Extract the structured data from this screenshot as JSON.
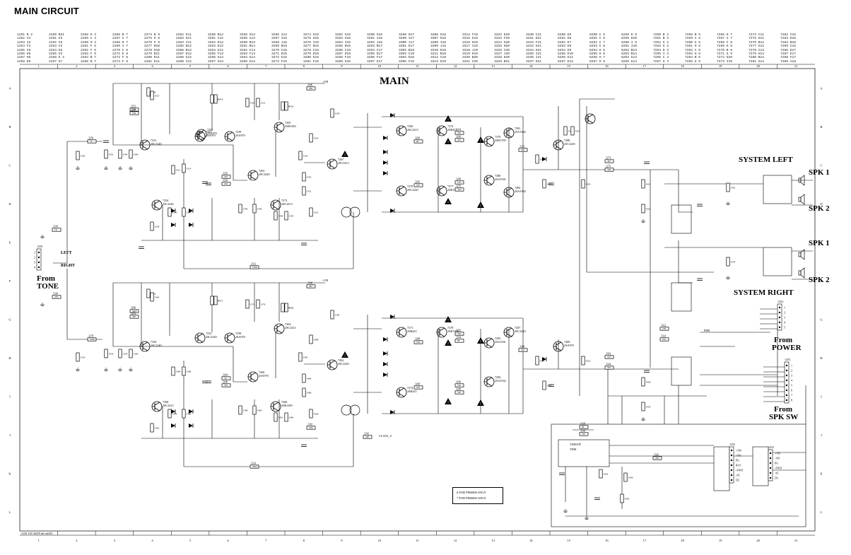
{
  "header": {
    "title": "MAIN CIRCUIT"
  },
  "diagram_title": "MAIN",
  "footer_code": "3139 118 36470  dd wk921",
  "grid": {
    "columns": [
      "1",
      "2",
      "3",
      "4",
      "5",
      "6",
      "7",
      "8",
      "9",
      "10",
      "11",
      "12",
      "13",
      "14",
      "15",
      "16",
      "17",
      "18",
      "19",
      "20",
      "21"
    ],
    "rows": [
      "A",
      "B",
      "C",
      "D",
      "E",
      "F",
      "G",
      "H",
      "I",
      "J",
      "K",
      "L"
    ]
  },
  "parts_index": [
    [
      "1251 B 2",
      "1252 C3",
      "1253 I2",
      "1254 F2",
      "1255 C8",
      "1256 H5",
      "1257 H5",
      "1258 E9"
    ],
    [
      "2250 B21",
      "2251 C5",
      "2252 C5",
      "2253 C3",
      "2254 D3",
      "2255 G2",
      "2256 G 2",
      "2257 G7"
    ],
    [
      "2258 H 3",
      "2259 C 4",
      "2260 H 4",
      "2261 F 5",
      "2262 F 5",
      "2263 F 6",
      "2264 B 7",
      "2265 B 7"
    ],
    [
      "2266 B 7",
      "2267 C 7",
      "2268 D 7",
      "2269 I 7",
      "2270 C 8",
      "2271 E 8",
      "2272 F 8",
      "2273 F 8"
    ],
    [
      "2274 B 9",
      "2275 H 9",
      "2276 G 9",
      "2277 B10",
      "2278 H10",
      "2279 B11",
      "2280 D11",
      "2281 E11"
    ],
    [
      "2282 E11",
      "2283 H11",
      "2284 I11",
      "2285 B12",
      "2286 B12",
      "2287 D12",
      "2288 G12",
      "2289 I12"
    ],
    [
      "3250 B12",
      "3251 C12",
      "3252 D12",
      "3253 E12",
      "3254 G12",
      "3255 F13",
      "3256 G13",
      "3257 H13"
    ],
    [
      "3258 H13",
      "3259 A13",
      "3260 B13",
      "3261 B14",
      "3262 C14",
      "3263 F14",
      "3264 G14",
      "3265 H14"
    ],
    [
      "3266 I14",
      "3267 I15",
      "3268 J15",
      "3269 B15",
      "3270 C15",
      "3271 D15",
      "3272 E15",
      "3273 F15"
    ],
    [
      "3274 G15",
      "3275 H15",
      "3276 I15",
      "3277 B16",
      "3278 C16",
      "3279 D16",
      "3280 E16",
      "3281 F16"
    ],
    [
      "3282 G16",
      "3283 H16",
      "3284 I16",
      "3285 B16",
      "3286 C16",
      "3287 D16",
      "3288 F16",
      "3289 G16"
    ],
    [
      "3290 H16",
      "3291 I16",
      "3292 J16",
      "3293 B17",
      "3294 C17",
      "3295 D17",
      "3296 F17",
      "3297 G17"
    ],
    [
      "3298 H17",
      "3299 I17",
      "3300 J17",
      "3301 K17",
      "3302 B18",
      "3303 C18",
      "3304 D18",
      "3305 F18"
    ],
    [
      "3306 G18",
      "3307 H18",
      "3308 I18",
      "3309 J18",
      "3310 K18",
      "3311 B19",
      "3312 C19",
      "3313 D19"
    ],
    [
      "3314 F19",
      "3315 G19",
      "3316 H19",
      "3317 I19",
      "3318 J19",
      "3319 K19",
      "3320 B20",
      "3321 C20"
    ],
    [
      "3322 D20",
      "3323 F20",
      "3324 G20",
      "3325 H20",
      "3326 I20",
      "3327 J20",
      "3328 K20",
      "3329 B21"
    ],
    [
      "3330 C21",
      "3331 D21",
      "3332 F21",
      "3333 G21",
      "3334 H21",
      "3335 I21",
      "3336 J21",
      "3337 K21"
    ],
    [
      "5250 E5",
      "5251 E6",
      "5252 E7",
      "5253 E8",
      "5254 E9",
      "5255 E10",
      "5256 E11",
      "5257 E12"
    ],
    [
      "6250 C 5",
      "6251 C 6",
      "6252 C 7",
      "6253 C 8",
      "6254 H 5",
      "6255 H 6",
      "6256 H 7",
      "6257 H 8"
    ],
    [
      "6258 D 9",
      "6259 D10",
      "6260 I 9",
      "6261 I10",
      "6262 B13",
      "6263 B14",
      "6264 G13",
      "6265 G14"
    ],
    [
      "7250 B 2",
      "7251 B 3",
      "7252 G 2",
      "7253 G 3",
      "7254 D 3",
      "7255 I 3",
      "7256 C 4",
      "7257 H 4"
    ],
    [
      "7258 B 5",
      "7259 C 5",
      "7260 G 5",
      "7261 H 5",
      "7262 C 6",
      "7263 H 6",
      "7264 B 6",
      "7265 G 6"
    ],
    [
      "7266 D 7",
      "7267 I 7",
      "7268 C 8",
      "7269 H 8",
      "7270 B 9",
      "7271 G 9",
      "7272 D10",
      "7273 I10"
    ],
    [
      "7274 C11",
      "7275 H11",
      "7276 B12",
      "7277 G12",
      "7278 C13",
      "7279 H13",
      "7280 B14",
      "7281 G14"
    ],
    [
      "7282 C15",
      "7283 H15",
      "7284 B16",
      "7285 C16",
      "7286 D17",
      "7287 E17",
      "7288 F17",
      "7289 A18"
    ]
  ],
  "labels": {
    "left": "LEFT",
    "right": "RIGHT",
    "from_tone_1": "From",
    "from_tone_2": "TONE",
    "system_left": "SYSTEM LEFT",
    "system_right": "SYSTEM RIGHT",
    "spk1_top": "SPK 1",
    "spk2_top": "SPK 2",
    "spk1_bot": "SPK 1",
    "spk2_bot": "SPK 2",
    "from_power_1": "From",
    "from_power_2": "POWER",
    "from_spksw_1": "From",
    "from_spksw_2": "SPK SW",
    "ic_name": "TA8819F",
    "ic_sub": "TDM",
    "note_1": "# FOR PM6006 ONLY",
    "note_2": "* FOR PM6006 ONLY",
    "vb_plus": "+VB",
    "vb_minus": "-VB",
    "class_a": "CLASS_A",
    "phr": "PHR"
  },
  "transistors": [
    {
      "ref": "7251",
      "type": "2SC2240"
    },
    {
      "ref": "7253",
      "type": "2SA970"
    },
    {
      "ref": "7257",
      "type": "2SA970"
    },
    {
      "ref": "7259",
      "type": "2SA970"
    },
    {
      "ref": "7263",
      "type": "2SC2240"
    },
    {
      "ref": "7265",
      "type": "2SB1300"
    },
    {
      "ref": "7267",
      "type": "2SC2413"
    },
    {
      "ref": "7273",
      "type": "2SC2413"
    },
    {
      "ref": "7250",
      "type": "2SC2240"
    },
    {
      "ref": "7252",
      "type": "2SC2240"
    },
    {
      "ref": "7254",
      "type": "2SC2240"
    },
    {
      "ref": "7258",
      "type": "2SA970"
    },
    {
      "ref": "7260",
      "type": "2SA970"
    },
    {
      "ref": "7262",
      "type": "2SC2240"
    },
    {
      "ref": "7264",
      "type": "2SC2413"
    },
    {
      "ref": "7266",
      "type": "2SB1300"
    },
    {
      "ref": "7268",
      "type": "2SC2413"
    },
    {
      "ref": "7269",
      "type": "2SC2413"
    },
    {
      "ref": "7270",
      "type": "2SC2240"
    },
    {
      "ref": "7271",
      "type": "2SB423"
    },
    {
      "ref": "7274",
      "type": "2SB423"
    },
    {
      "ref": "7272",
      "type": "2SB423"
    },
    {
      "ref": "7277",
      "type": "2SB1709"
    },
    {
      "ref": "7278",
      "type": "2SB1709"
    },
    {
      "ref": "7279",
      "type": "2SB1709"
    },
    {
      "ref": "7280",
      "type": "2SA1941"
    },
    {
      "ref": "7283",
      "type": "2SA1941"
    },
    {
      "ref": "7284",
      "type": "2SA1942"
    },
    {
      "ref": "7281",
      "type": "2SA1942"
    },
    {
      "ref": "7282",
      "type": "2SA1942"
    },
    {
      "ref": "7287",
      "type": "2SC2240"
    },
    {
      "ref": "7288",
      "type": "2SC2240"
    },
    {
      "ref": "7289",
      "type": "2SA970"
    }
  ],
  "resistor_values": [
    "1K",
    "47K",
    "10K",
    "220",
    "2K2",
    "68",
    "100",
    "330",
    "470",
    "1K5",
    "3K3",
    "22K",
    "4K7",
    "5K6",
    "100K",
    "0R22",
    "4R7"
  ],
  "connectors": {
    "j1250": {
      "ref": "1250",
      "pins": [
        "1",
        "2",
        "3",
        "4"
      ]
    },
    "j1252": {
      "ref": "1252",
      "pins": [
        "+VB",
        "-VB",
        "PG",
        "RLY",
        "-FWD",
        "-SC",
        "DC"
      ]
    },
    "j1253": {
      "ref": "1253",
      "pins": [
        "+VB",
        "-VB",
        "PG",
        "-FWD",
        "-SC",
        "DC"
      ]
    },
    "j1254": {
      "ref": "1254",
      "pins": [
        "1",
        "2",
        "3",
        "4",
        "5"
      ]
    },
    "j1255": {
      "ref": "1255",
      "pins": [
        "1",
        "2",
        "3",
        "4",
        "5",
        "6",
        "7",
        "8"
      ]
    }
  }
}
